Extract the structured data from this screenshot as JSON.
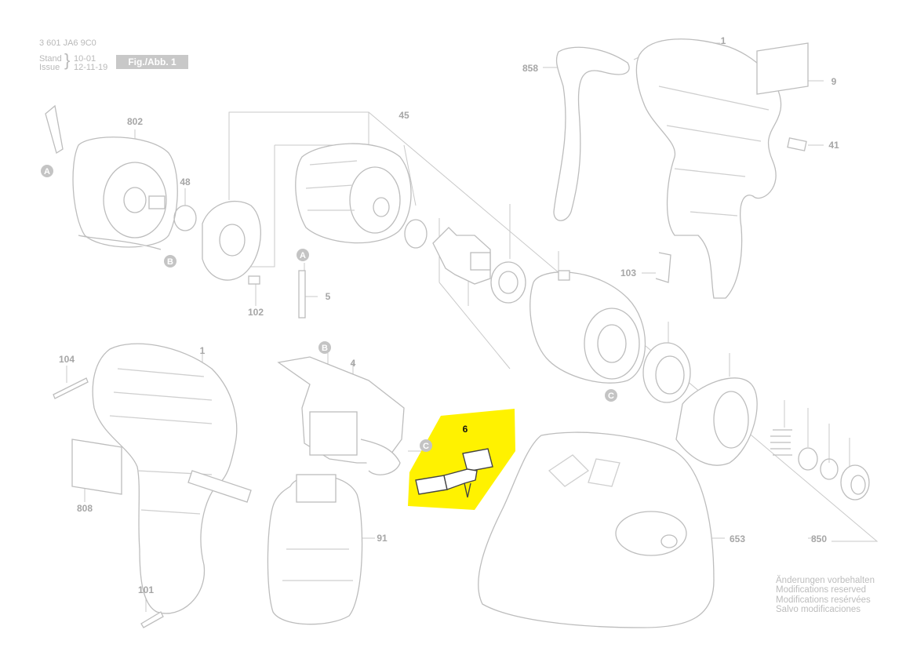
{
  "header": {
    "part_number": "3 601 JA6 9C0",
    "stand_label": "Stand",
    "issue_label": "Issue",
    "stand_value": "10-01",
    "issue_value": "12-11-19",
    "figure_label": "Fig./Abb. 1"
  },
  "callouts": {
    "c1_top": "1",
    "c9": "9",
    "c858": "858",
    "c802": "802",
    "c45": "45",
    "c41": "41",
    "c48": "48",
    "c103": "103",
    "c5": "5",
    "c102": "102",
    "c104": "104",
    "c1_lower": "1",
    "c4": "4",
    "c6": "6",
    "c808": "808",
    "c91": "91",
    "c653": "653",
    "c850": "850",
    "c101": "101"
  },
  "connectors": {
    "a": "A",
    "b": "B",
    "c": "C"
  },
  "highlight": {
    "part": "6",
    "color": "#fff200"
  },
  "notes": [
    "Änderungen vorbehalten",
    "Modifications reserved",
    "Modifications resérvées",
    "Salvo modificaciones"
  ],
  "colors": {
    "line": "#c9c9c9",
    "label": "#a6a6a6",
    "part": "#555555"
  }
}
